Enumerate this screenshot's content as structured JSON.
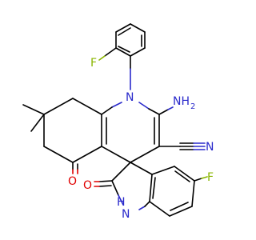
{
  "molecule": {
    "atoms": {
      "fluorine_phenyl": "F",
      "ring_nitrogen": "N",
      "amino_nh": "NH",
      "amino_sub": "2",
      "nitrile_n": "N",
      "ketone_o": "O",
      "lactam_o": "O",
      "lactam_nh": "H",
      "lactam_n": "N",
      "fluorine_indole": "F"
    },
    "colors": {
      "carbon": "#000000",
      "nitrogen": "#2a2acb",
      "oxygen": "#e00000",
      "fluorine": "#8ab500"
    }
  }
}
